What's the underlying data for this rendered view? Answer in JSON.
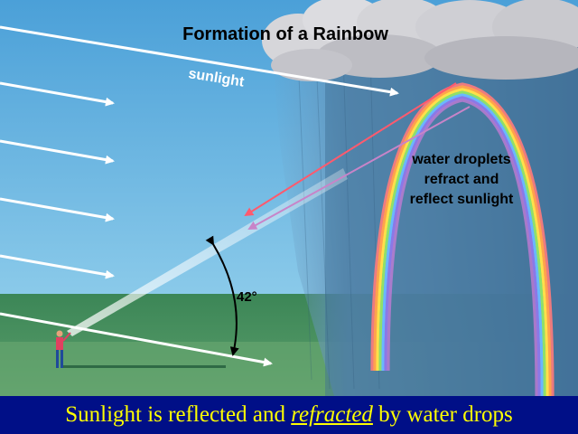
{
  "diagram": {
    "title": "Formation of a Rainbow",
    "sunlight_label": "sunlight",
    "droplet_label": [
      "water droplets",
      "refract and",
      "reflect sunlight"
    ],
    "angle_label": "42°"
  },
  "caption": {
    "before": "Sunlight is reflected and ",
    "emphasis": "refracted",
    "after": " by water drops"
  },
  "colors": {
    "caption_background": "#000f87",
    "caption_text": "#ffff00",
    "sky": "#5aa8dc",
    "rain_curtain": "#4d7fa6",
    "ground": "#3d8a58",
    "sun_ray": "#ffffff",
    "reflected_ray": "#ff5a6e"
  }
}
